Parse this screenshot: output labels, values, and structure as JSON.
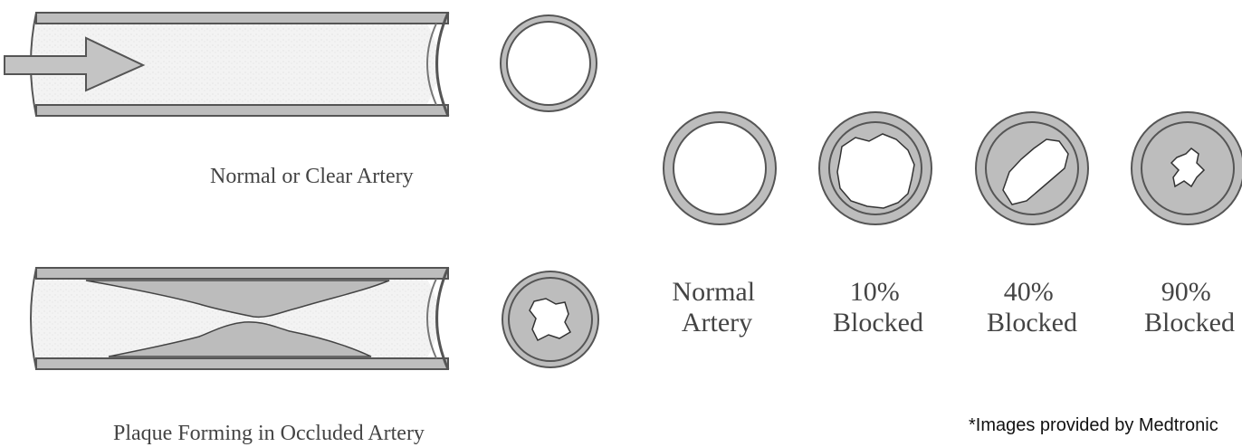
{
  "colors": {
    "wall_outer": "#555555",
    "wall_fill": "#bdbdbd",
    "lumen_fill": "#f2f2f2",
    "plaque_fill": "#bcbcbc",
    "arrow_fill": "#c4c4c4",
    "text": "#444444"
  },
  "left_panel": {
    "normal_artery_caption": "Normal or Clear Artery",
    "occluded_artery_caption": "Plaque Forming in Occluded Artery"
  },
  "cross_sections": [
    {
      "line1": "Normal",
      "line2": "Artery",
      "blockage_percent": 0
    },
    {
      "line1": "10%",
      "line2": "Blocked",
      "blockage_percent": 10
    },
    {
      "line1": "40%",
      "line2": "Blocked",
      "blockage_percent": 40
    },
    {
      "line1": "90%",
      "line2": "Blocked",
      "blockage_percent": 90
    }
  ],
  "credit": "*Images provided by Medtronic"
}
